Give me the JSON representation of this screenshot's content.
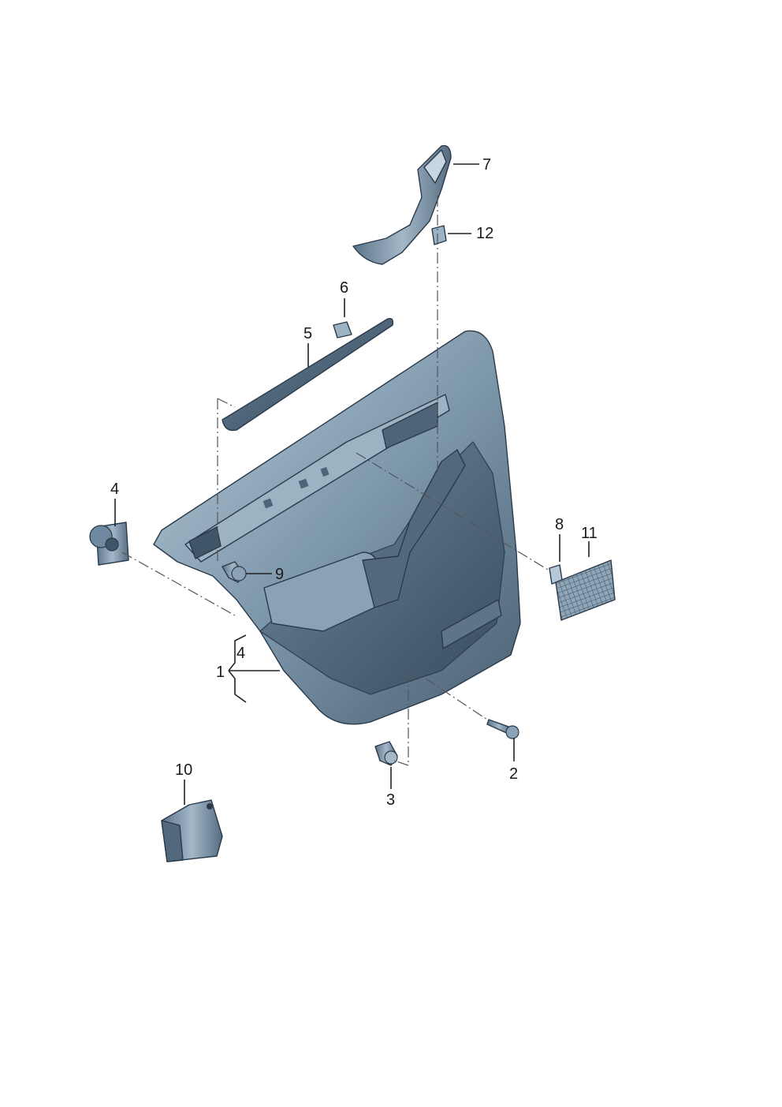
{
  "callouts": {
    "c1": "1",
    "c2": "2",
    "c3": "3",
    "c4a": "4",
    "c4b": "4",
    "c5": "5",
    "c6": "6",
    "c7": "7",
    "c8": "8",
    "c9": "9",
    "c10": "10",
    "c11": "11",
    "c12": "12"
  },
  "colors": {
    "panel_light": "#a9bfcf",
    "panel_mid": "#6f8aa0",
    "panel_dark": "#3f5568",
    "part_fill": "#8aa3b6"
  }
}
